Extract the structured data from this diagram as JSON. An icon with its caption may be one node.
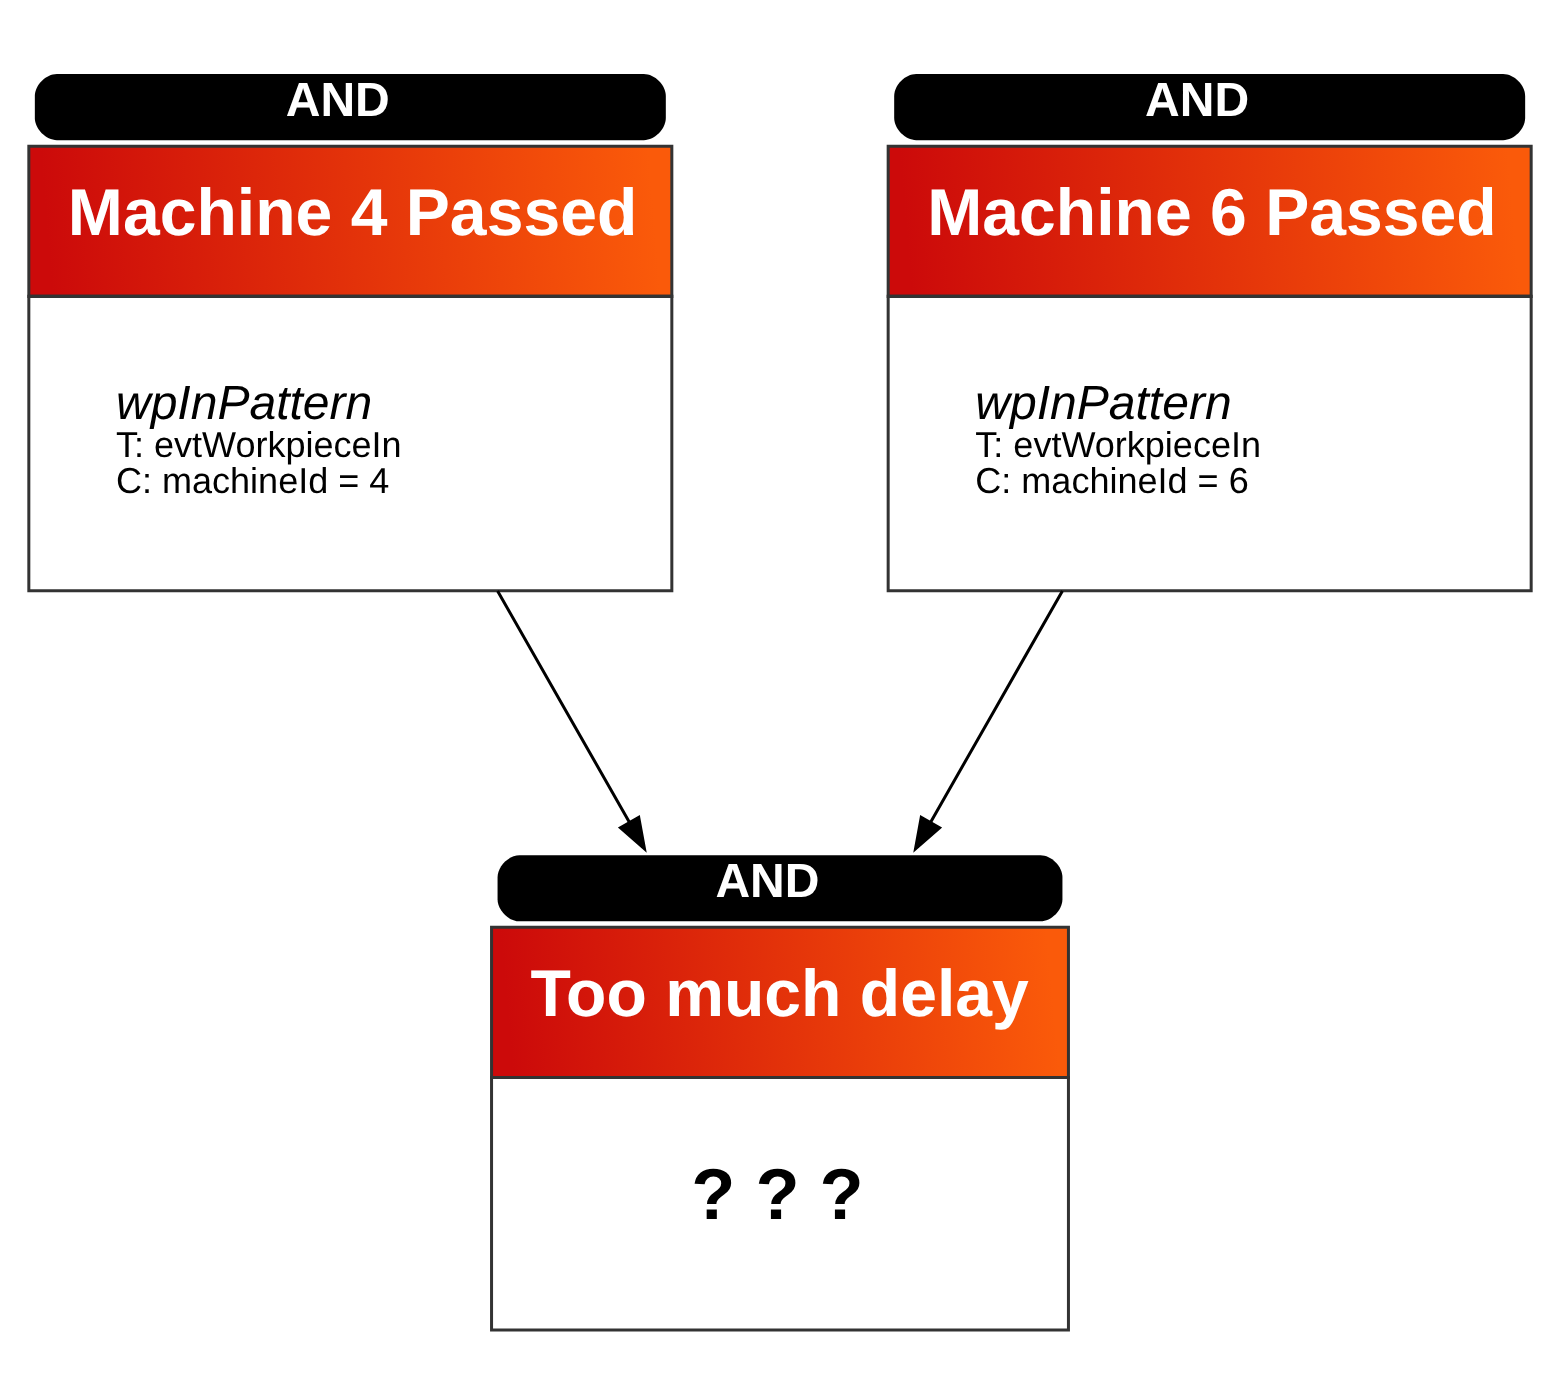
{
  "diagram": {
    "nodes": [
      {
        "text": [
          "AND",
          "Machine 4 Passed",
          "wpInPattern",
          "T: evtWorkpieceIn",
          "C: machineId = 4"
        ]
      },
      {
        "text": [
          "AND",
          "Machine 6 Passed",
          "wpInPattern",
          "T: evtWorkpieceIn",
          "C: machineId = 6"
        ]
      },
      {
        "text": [
          "AND",
          "Too much delay",
          "? ? ?"
        ]
      }
    ],
    "edges": [
      {
        "from": 0,
        "to": 2,
        "arrow": "to"
      },
      {
        "from": 1,
        "to": 2,
        "arrow": "to"
      }
    ]
  }
}
